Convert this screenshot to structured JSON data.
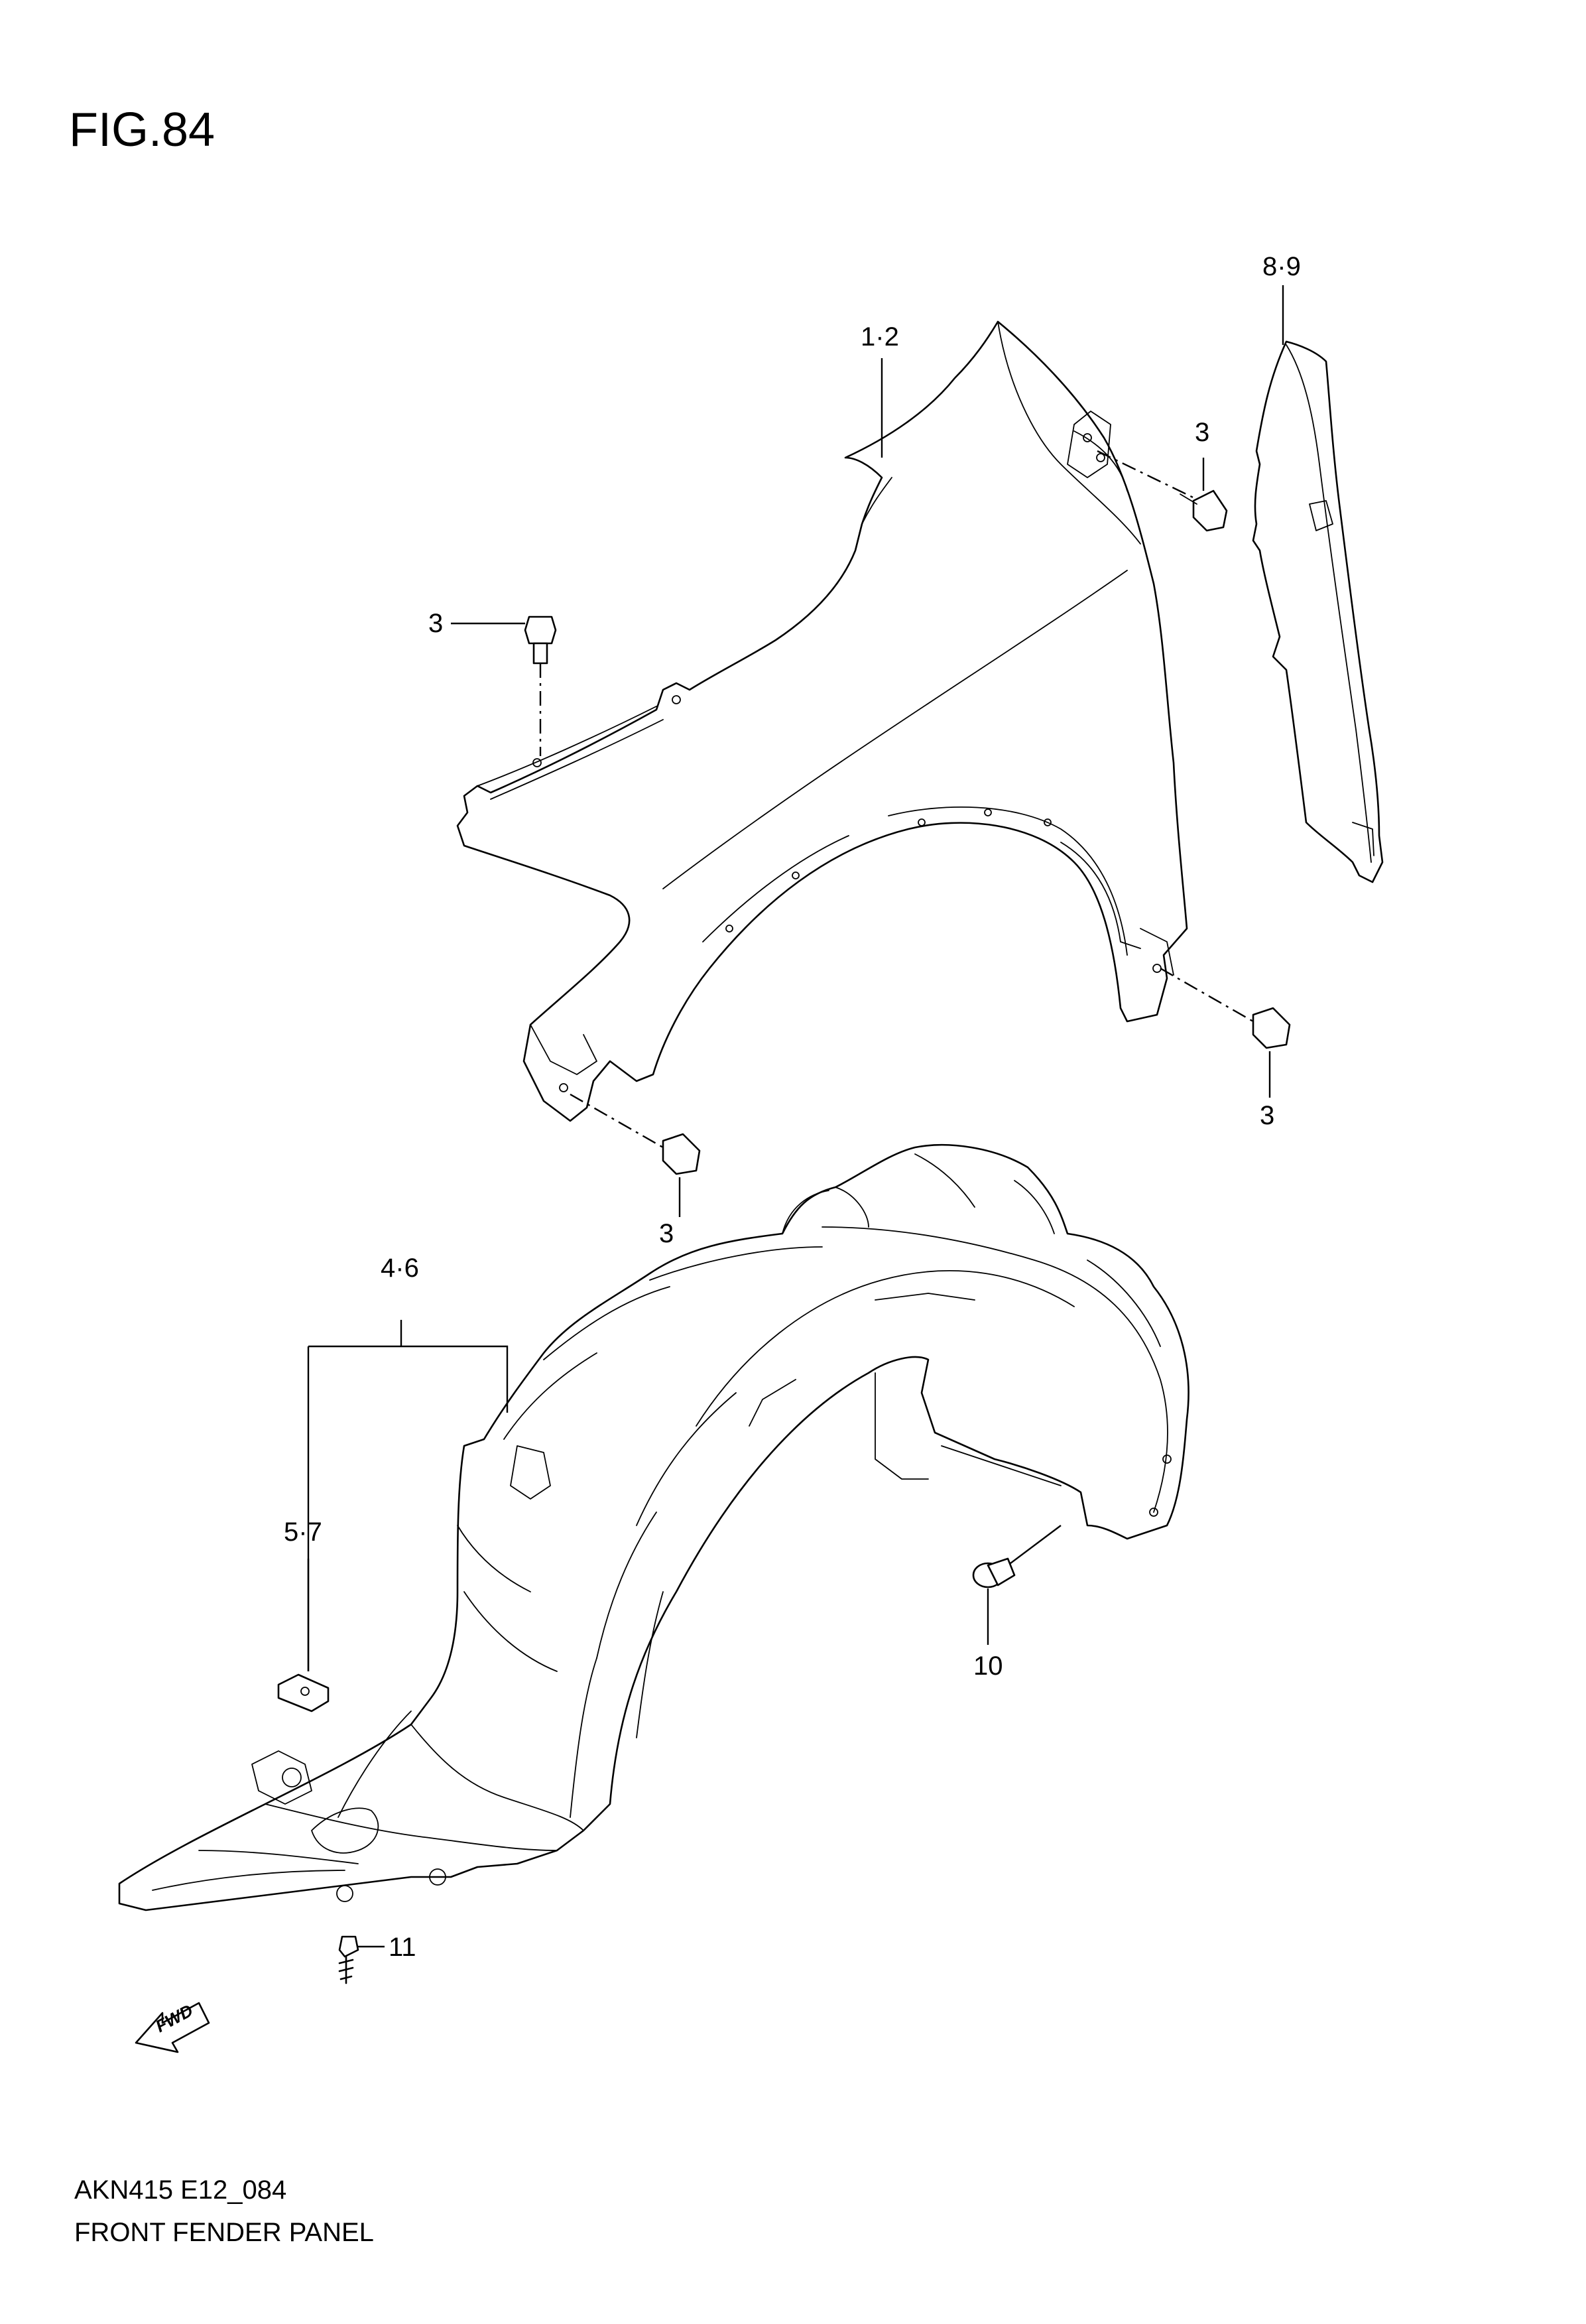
{
  "figure": {
    "title": "FIG.84",
    "diagram_code": "AKN415 E12_084",
    "caption": "FRONT FENDER PANEL"
  },
  "callouts": {
    "fender_panel": "1·2",
    "extension": "8·9",
    "bolt_upper_right": "3",
    "bolt_upper_left": "3",
    "bolt_lower_right": "3",
    "bolt_lower_left": "3",
    "liner_group": "4·6",
    "nut_clip": "5·7",
    "liner_screw": "10",
    "liner_clip": "11"
  },
  "direction_marker": {
    "text": "FWD",
    "icon": "forward-arrow-icon"
  }
}
